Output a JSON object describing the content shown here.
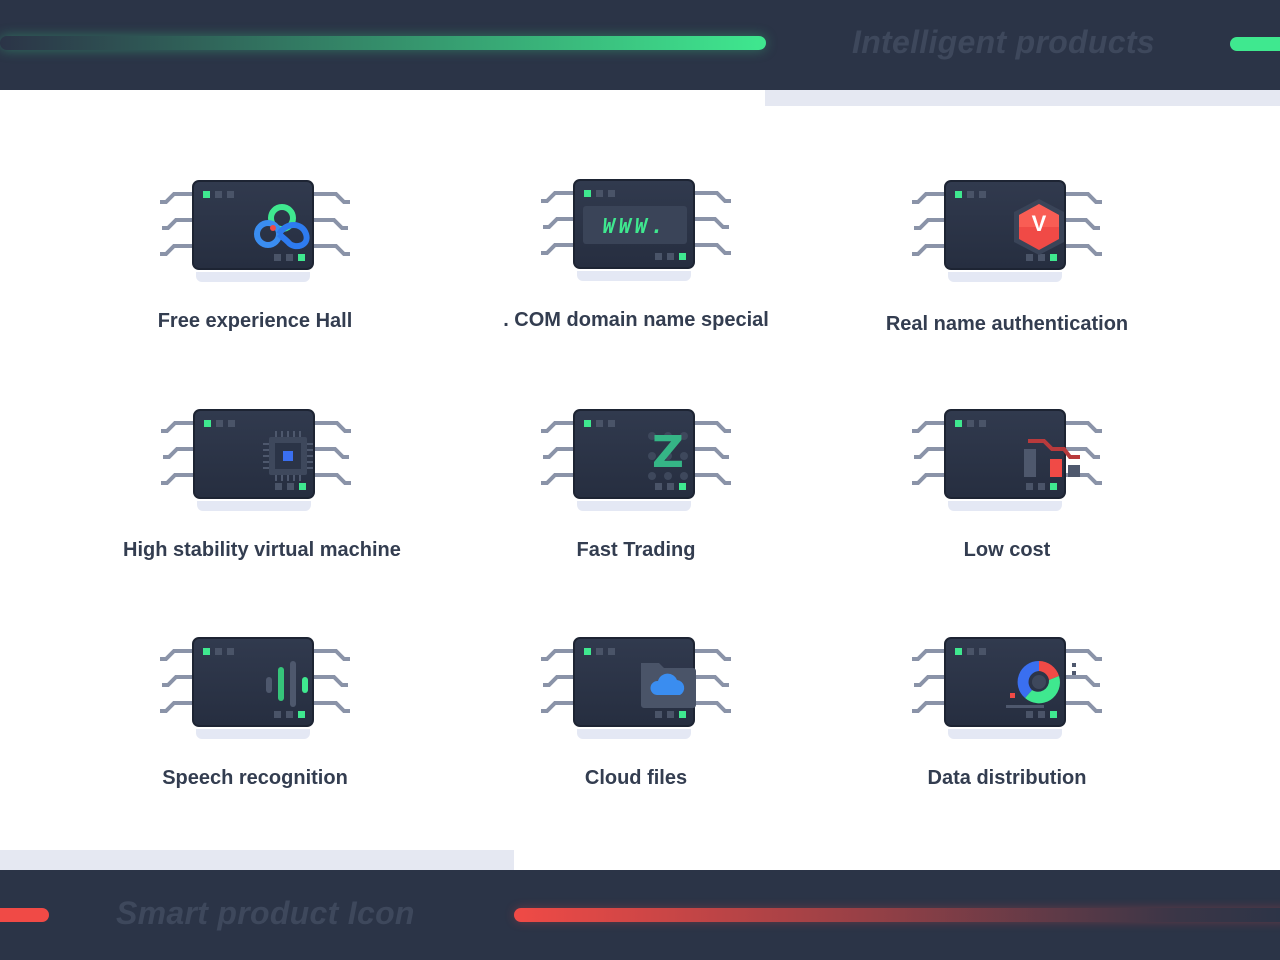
{
  "header": {
    "title": "Intelligent products"
  },
  "footer": {
    "title": "Smart product Icon"
  },
  "colors": {
    "band": "#2b3447",
    "green": "#3fe88f",
    "red": "#f04a46",
    "strip": "#e5e8f2",
    "label": "#333d50"
  },
  "items": [
    {
      "label": "Free experience Hall",
      "icon": "cloud-infinity-icon"
    },
    {
      "label": ". COM domain name special",
      "icon": "www-icon",
      "icon_text": "WWW."
    },
    {
      "label": "Real name authentication",
      "icon": "shield-v-icon",
      "icon_text": "V"
    },
    {
      "label": "High stability virtual machine",
      "icon": "cpu-chip-icon"
    },
    {
      "label": "Fast Trading",
      "icon": "z-lightning-icon",
      "icon_text": "Z"
    },
    {
      "label": "Low cost",
      "icon": "bar-decline-icon"
    },
    {
      "label": "Speech recognition",
      "icon": "sound-wave-icon"
    },
    {
      "label": "Cloud files",
      "icon": "cloud-folder-icon"
    },
    {
      "label": "Data distribution",
      "icon": "donut-chart-icon"
    }
  ]
}
